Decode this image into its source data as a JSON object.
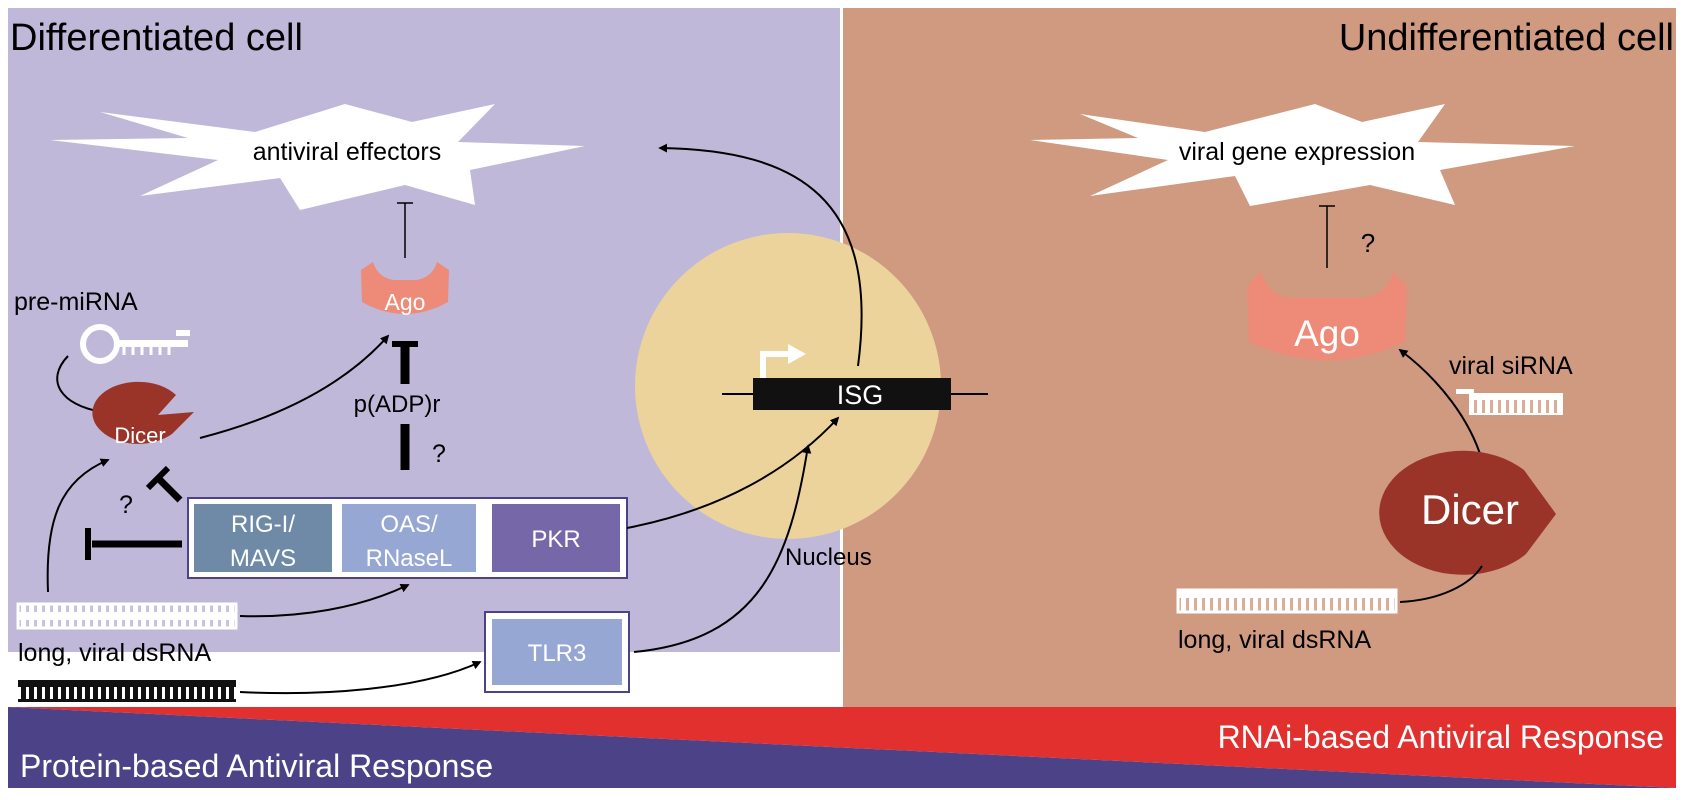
{
  "left_panel": {
    "title": "Differentiated cell",
    "effector_label": "antiviral effectors",
    "pre_mirna_label": "pre-miRNA",
    "dicer_label": "Dicer",
    "ago_label": "Ago",
    "padp_label": "p(ADP)r",
    "question_mark": "?",
    "sensor_rig_line1": "RIG-I/",
    "sensor_rig_line2": "MAVS",
    "sensor_oas_line1": "OAS/",
    "sensor_oas_line2": "RNaseL",
    "sensor_pkr": "PKR",
    "tlr3_label": "TLR3",
    "dsrna_label": "long, viral dsRNA"
  },
  "nucleus": {
    "gene_label": "ISG",
    "nucleus_label": "Nucleus"
  },
  "right_panel": {
    "title": "Undifferentiated cell",
    "effector_label": "viral gene expression",
    "ago_label": "Ago",
    "question_mark": "?",
    "sirna_label": "viral siRNA",
    "dicer_label": "Dicer",
    "dsrna_label": "long, viral dsRNA"
  },
  "bottom_bar": {
    "protein_label": "Protein-based Antiviral Response",
    "rnai_label": "RNAi-based Antiviral Response"
  },
  "colors": {
    "left_bg": "#bfb8d8",
    "right_bg": "#cf9a80",
    "nucleus": "#ecd39b",
    "dicer": "#9a3428",
    "ago": "#ee8a78",
    "rig_box": "#6e8aa6",
    "oas_box": "#97a7d3",
    "pkr_box": "#7667a9",
    "tlr3_box": "#97a7d3",
    "protein_band": "#4c4287",
    "rnai_band": "#e2302f"
  }
}
